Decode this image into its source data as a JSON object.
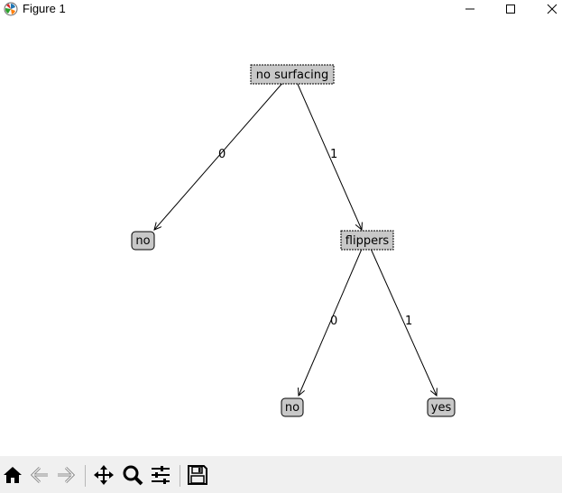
{
  "window": {
    "title": "Figure 1",
    "minimize_icon": "minimize-icon",
    "maximize_icon": "maximize-icon",
    "close_icon": "close-icon"
  },
  "tree": {
    "decision_nodes": [
      {
        "id": "root",
        "label": "no surfacing"
      },
      {
        "id": "flippers",
        "label": "flippers"
      }
    ],
    "leaf_nodes": [
      {
        "id": "leaf-no-1",
        "label": "no"
      },
      {
        "id": "leaf-no-2",
        "label": "no"
      },
      {
        "id": "leaf-yes",
        "label": "yes"
      }
    ],
    "edges": [
      {
        "from": "root",
        "to": "leaf-no-1",
        "label": "0"
      },
      {
        "from": "root",
        "to": "flippers",
        "label": "1"
      },
      {
        "from": "flippers",
        "to": "leaf-no-2",
        "label": "0"
      },
      {
        "from": "flippers",
        "to": "leaf-yes",
        "label": "1"
      }
    ]
  },
  "toolbar": {
    "buttons": [
      {
        "name": "home-button",
        "icon": "home-icon"
      },
      {
        "name": "back-button",
        "icon": "back-arrow-icon"
      },
      {
        "name": "forward-button",
        "icon": "forward-arrow-icon"
      },
      {
        "name": "pan-button",
        "icon": "move-icon"
      },
      {
        "name": "zoom-button",
        "icon": "zoom-icon"
      },
      {
        "name": "configure-subplots-button",
        "icon": "sliders-icon"
      },
      {
        "name": "save-button",
        "icon": "save-icon"
      }
    ]
  }
}
